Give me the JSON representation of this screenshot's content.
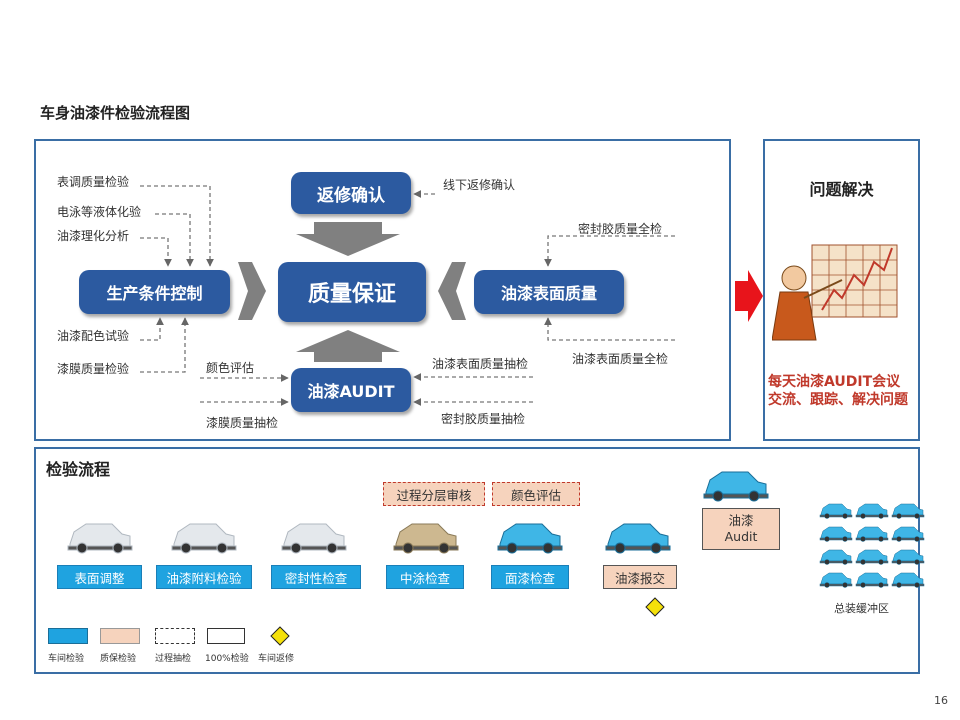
{
  "title": "车身油漆件检验流程图",
  "center": {
    "main": "质量保证",
    "top": "返修确认",
    "left": "生产条件控制",
    "right": "油漆表面质量",
    "bottom": "油漆AUDIT"
  },
  "inputs": {
    "left": [
      "表调质量检验",
      "电泳等液体化验",
      "油漆理化分析",
      "油漆配色试验",
      "漆膜质量检验"
    ],
    "top": "线下返修确认",
    "right": [
      "密封胶质量全检",
      "油漆表面质量全检"
    ],
    "bottom_left": [
      "颜色评估",
      "漆膜质量抽检"
    ],
    "bottom_right": [
      "油漆表面质量抽检",
      "密封胶质量抽检"
    ]
  },
  "problem": {
    "title": "问题解决",
    "desc": "每天油漆AUDIT会议交流、跟踪、解决问题"
  },
  "flow": {
    "title": "检验流程",
    "stages": [
      "表面调整",
      "油漆附料检验",
      "密封性检查",
      "中涂检查",
      "面漆检查",
      "油漆报交"
    ],
    "audit": "油漆\nAudit",
    "tags": [
      "过程分层审核",
      "颜色评估"
    ],
    "buffer": "总装缓冲区"
  },
  "legend": [
    "车间检验",
    "质保检验",
    "过程抽检",
    "100%检验",
    "车间返修"
  ],
  "page_number": "16",
  "colors": {
    "blue_box": "#2c5aa0",
    "stage_blue": "#1fa3e0",
    "qa_orange": "#f6d3bd",
    "arrow_red": "#e8141b",
    "border": "#3a6ea5"
  }
}
